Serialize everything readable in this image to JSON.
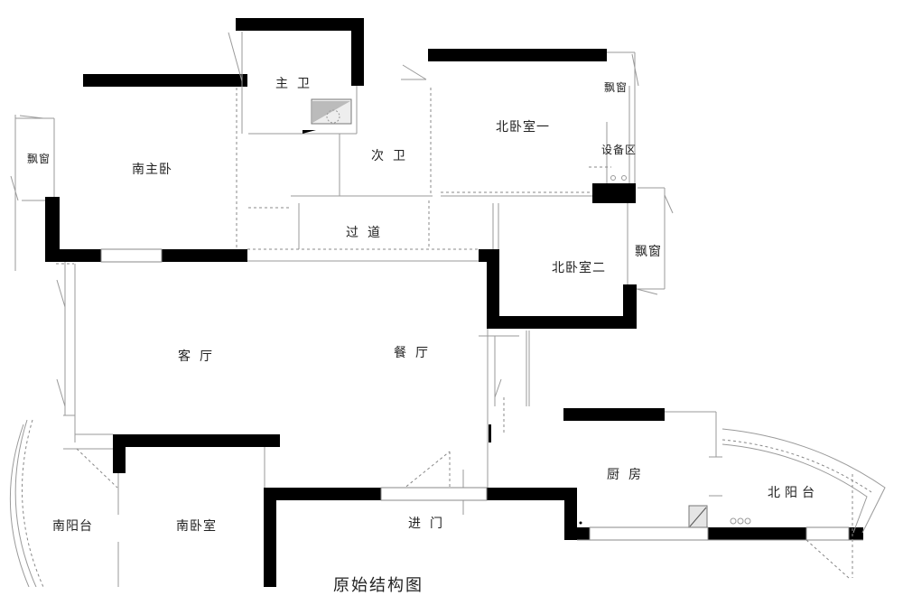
{
  "plan": {
    "title": "原始结构图",
    "colors": {
      "wall": "#000000",
      "line": "#9a9a9a",
      "background": "#ffffff"
    },
    "rooms": [
      {
        "id": "south-master-bedroom",
        "label": "南主卧"
      },
      {
        "id": "master-bath",
        "label": "主卫"
      },
      {
        "id": "second-bath",
        "label": "次卫"
      },
      {
        "id": "corridor",
        "label": "过道"
      },
      {
        "id": "north-bedroom-1",
        "label": "北卧室一"
      },
      {
        "id": "equipment-area",
        "label": "设备区"
      },
      {
        "id": "bay-window-north-1",
        "label": "飘窗"
      },
      {
        "id": "north-bedroom-2",
        "label": "北卧室二"
      },
      {
        "id": "bay-window-north-2",
        "label": "飘窗"
      },
      {
        "id": "bay-window-south",
        "label": "飘窗"
      },
      {
        "id": "living-room",
        "label": "客厅"
      },
      {
        "id": "dining-room",
        "label": "餐厅"
      },
      {
        "id": "kitchen",
        "label": "厨房"
      },
      {
        "id": "north-balcony",
        "label": "北阳台"
      },
      {
        "id": "south-balcony",
        "label": "南阳台"
      },
      {
        "id": "south-bedroom",
        "label": "南卧室"
      },
      {
        "id": "entrance",
        "label": "进门"
      }
    ]
  }
}
